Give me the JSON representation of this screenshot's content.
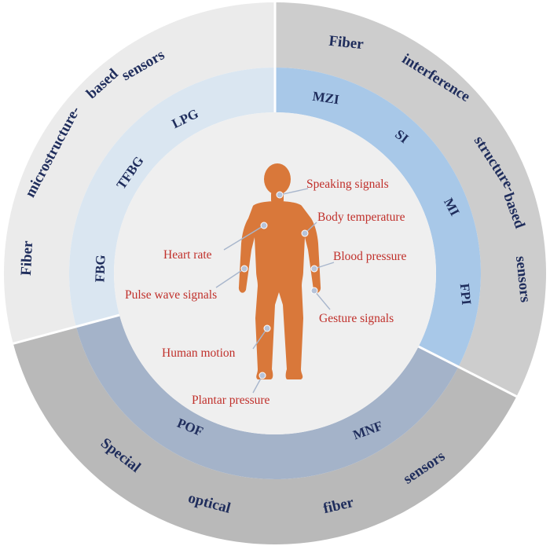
{
  "outer_ring": {
    "microstructure": {
      "words": [
        "Fiber",
        "microstructure-",
        "based",
        "sensors"
      ],
      "color": "#ebebeb"
    },
    "interference": {
      "words": [
        "Fiber",
        "interference",
        "structure-",
        "based",
        "sensors"
      ],
      "color": "#cdcdcd"
    },
    "special": {
      "words": [
        "Special",
        "optical",
        "fiber",
        "sensors"
      ],
      "color": "#b9b9b9"
    }
  },
  "middle_ring": {
    "microstructure": {
      "items": [
        "LPG",
        "TFBG",
        "FBG"
      ],
      "color": "#dae6f1"
    },
    "interference": {
      "items": [
        "MZI",
        "SI",
        "MI",
        "FPI"
      ],
      "color": "#a8c8e8"
    },
    "special": {
      "items": [
        "POF",
        "MNF"
      ],
      "color": "#a4b3c9"
    }
  },
  "center": {
    "color": "#efefef",
    "body_color": "#d9783a",
    "applications": [
      "Speaking signals",
      "Body temperature",
      "Heart rate",
      "Blood pressure",
      "Pulse wave signals",
      "Gesture signals",
      "Human motion",
      "Plantar pressure"
    ]
  },
  "colors": {
    "label_text": "#1f2d5c",
    "application_text": "#c0302b",
    "divider": "#ffffff"
  }
}
